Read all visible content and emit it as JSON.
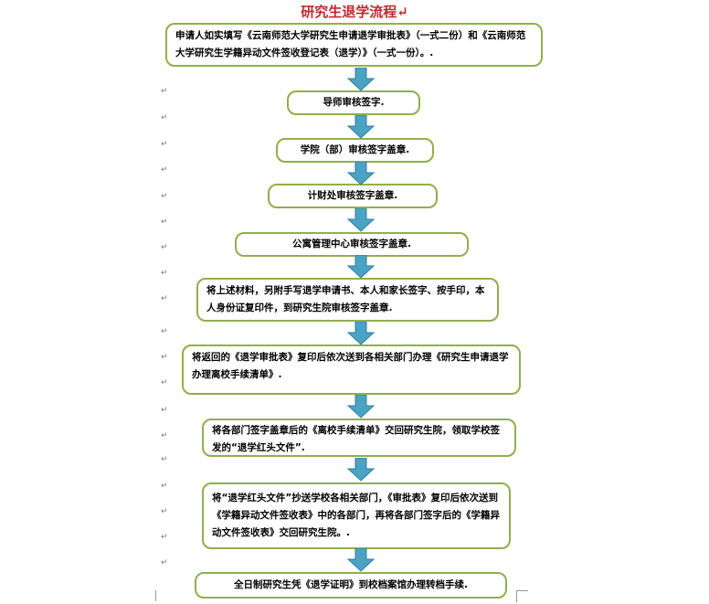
{
  "title": "研究生退学流程↵",
  "steps": [
    "申请人如实填写《云南师范大学研究生申请退学审批表》（一式二份）和《云南师范大学研究生学籍异动文件签收登记表（退学）》（一式一份）。.",
    "导师审核签字.",
    "学院（部）审核签字盖章.",
    "计财处审核签字盖章.",
    "公寓管理中心审核签字盖章.",
    "将上述材料，另附手写退学申请书、本人和家长签字、按手印，本人身份证复印件，到研究生院审核签字盖章.",
    "将返回的《退学审批表》复印后依次送到各相关部门办理《研究生申请退学办理离校手续清单》.",
    "将各部门签字盖章后的《离校手续清单》交回研究生院，领取学校签发的“退学红头文件”.",
    "将“退学红头文件”抄送学校各相关部门，《审批表》复印后依次送到《学籍异动文件签收表》中的各部门，再将各部门签字后的《学籍异动文件签收表》交回研究生院。.",
    "全日制研究生凭《退学证明》到校档案馆办理转档手续."
  ],
  "paragraph_mark": "↵",
  "colors": {
    "title": "#c0282d",
    "box_border": "#8fb04a",
    "arrow_fill": "#4aa3c2",
    "arrow_stroke": "#2f7fa0"
  }
}
